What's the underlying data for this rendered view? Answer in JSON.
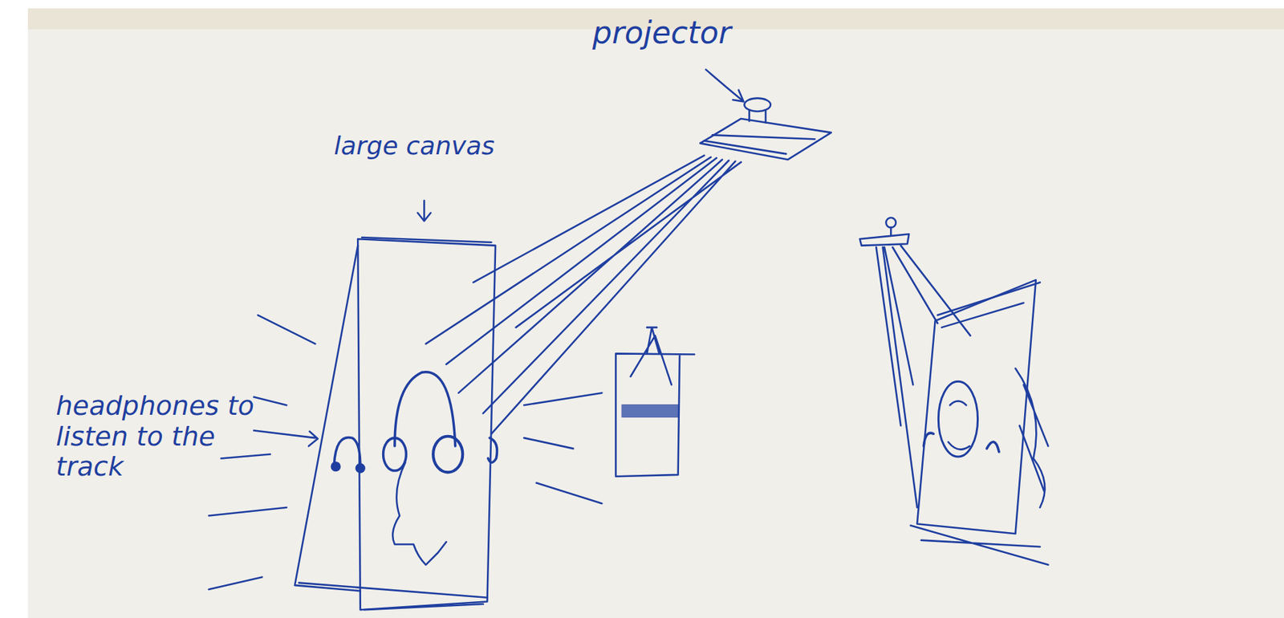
{
  "diagram": {
    "labels": [
      "projector",
      "large canvas",
      "headphones to listen to the track"
    ]
  }
}
